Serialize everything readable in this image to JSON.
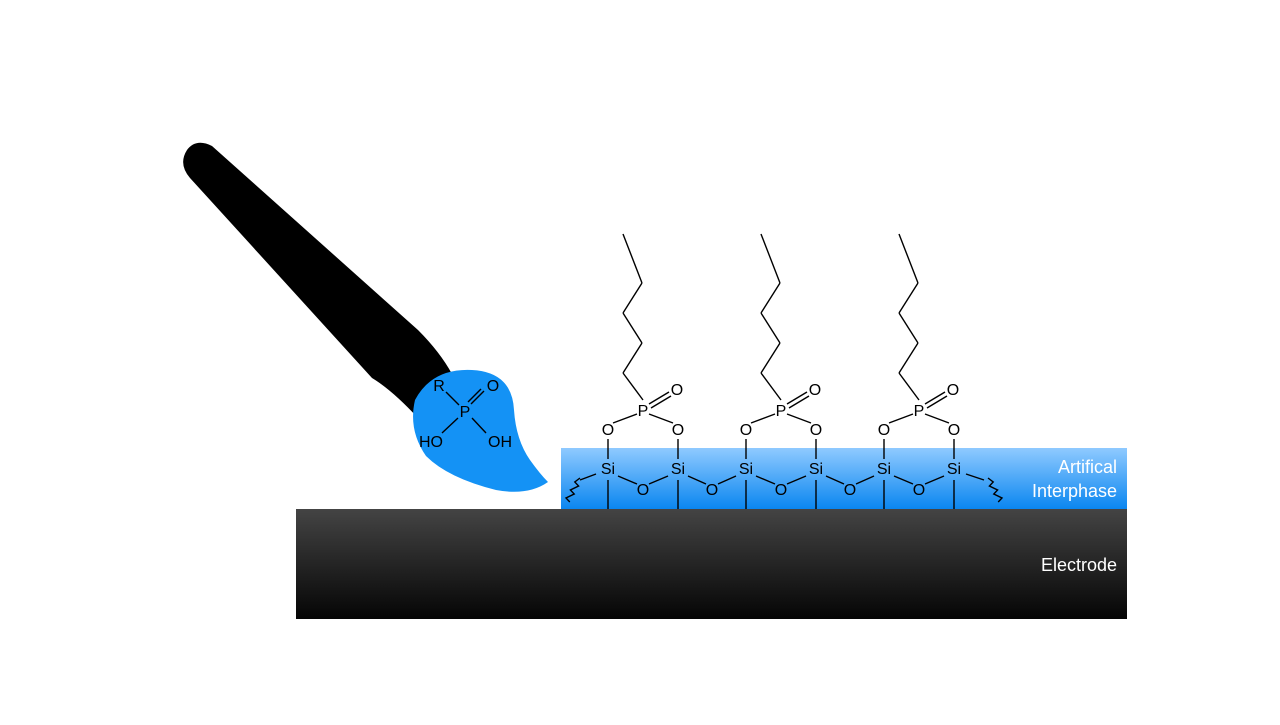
{
  "labels": {
    "interphase_line1": "Artifical",
    "interphase_line2": "Interphase",
    "electrode": "Electrode"
  },
  "brush_molecule": {
    "r": "R",
    "p": "P",
    "o": "O",
    "oh_left": "HO",
    "oh_right": "OH"
  },
  "atoms": {
    "si": "Si",
    "o": "O",
    "p": "P"
  },
  "colors": {
    "brush_handle": "#000000",
    "brush_tip": "#1492f5",
    "interphase_top": "#8fcaff",
    "interphase_bottom": "#0a86f0",
    "electrode_top": "#444444",
    "electrode_bottom": "#050505"
  }
}
